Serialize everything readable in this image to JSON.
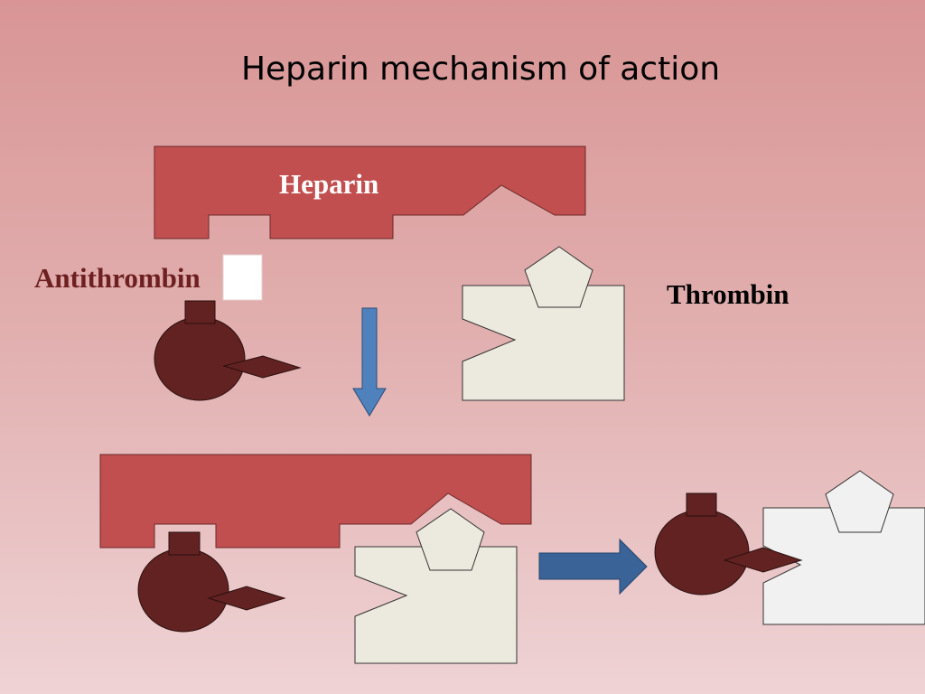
{
  "slide": {
    "title": "Heparin mechanism of action"
  },
  "labels": {
    "heparin": "Heparin",
    "antithrombin": "Antithrombin",
    "thrombin": "Thrombin"
  },
  "colors": {
    "heparin_fill": "#c24f4f",
    "antithrombin_fill": "#622222",
    "thrombin_fill": "#ece9de",
    "thrombin_free_fill": "#f1f1f1",
    "arrow_fill": "#4f81bd",
    "arrow_fill_dark": "#3a6397",
    "antithrombin_label": "#6e2020"
  }
}
